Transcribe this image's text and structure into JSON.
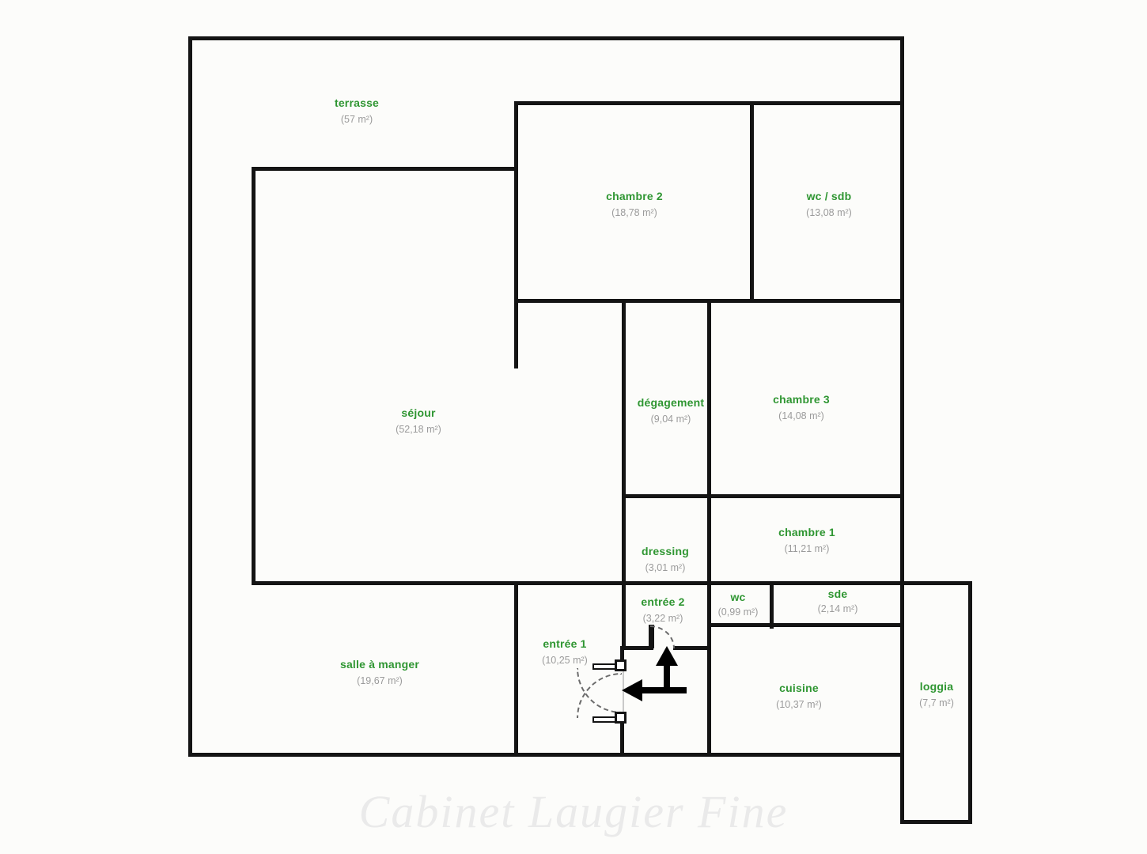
{
  "watermark": "Cabinet Laugier Fine",
  "rooms": {
    "terrasse": {
      "label": "terrasse",
      "area": "(57 m²)"
    },
    "chambre2": {
      "label": "chambre 2",
      "area": "(18,78 m²)"
    },
    "wc_sdb": {
      "label": "wc / sdb",
      "area": "(13,08 m²)"
    },
    "sejour": {
      "label": "séjour",
      "area": "(52,18 m²)"
    },
    "degagement": {
      "label": "dégagement",
      "area": "(9,04 m²)"
    },
    "chambre3": {
      "label": "chambre 3",
      "area": "(14,08 m²)"
    },
    "dressing": {
      "label": "dressing",
      "area": "(3,01 m²)"
    },
    "chambre1": {
      "label": "chambre 1",
      "area": "(11,21 m²)"
    },
    "entree2": {
      "label": "entrée 2",
      "area": "(3,22 m²)"
    },
    "wc": {
      "label": "wc",
      "area": "(0,99 m²)"
    },
    "sde": {
      "label": "sde",
      "area": "(2,14 m²)"
    },
    "entree1": {
      "label": "entrée 1",
      "area": "(10,25 m²)"
    },
    "salle_a_manger": {
      "label": "salle à manger",
      "area": "(19,67 m²)"
    },
    "cuisine": {
      "label": "cuisine",
      "area": "(10,37 m²)"
    },
    "loggia": {
      "label": "loggia",
      "area": "(7,7 m²)"
    }
  },
  "colors": {
    "room_label": "#2f9632",
    "area_text": "#9b9b9b",
    "wall": "#141414",
    "door_arc": "#6b6b6b",
    "watermark": "#eaeaea"
  }
}
